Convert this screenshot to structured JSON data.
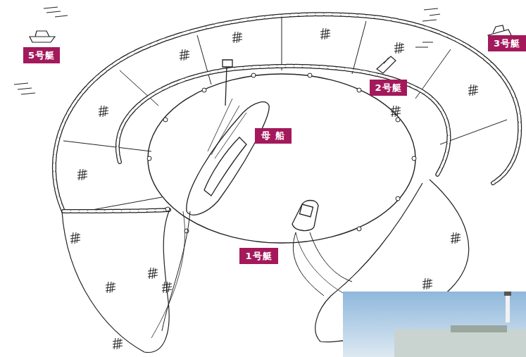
{
  "diagram": {
    "nodes": [
      {
        "text": [
          "5号艇"
        ]
      },
      {
        "text": [
          "2号艇"
        ]
      },
      {
        "text": [
          "3号艇"
        ]
      },
      {
        "text": [
          "母 船"
        ]
      },
      {
        "text": [
          "1号艇"
        ]
      }
    ]
  }
}
